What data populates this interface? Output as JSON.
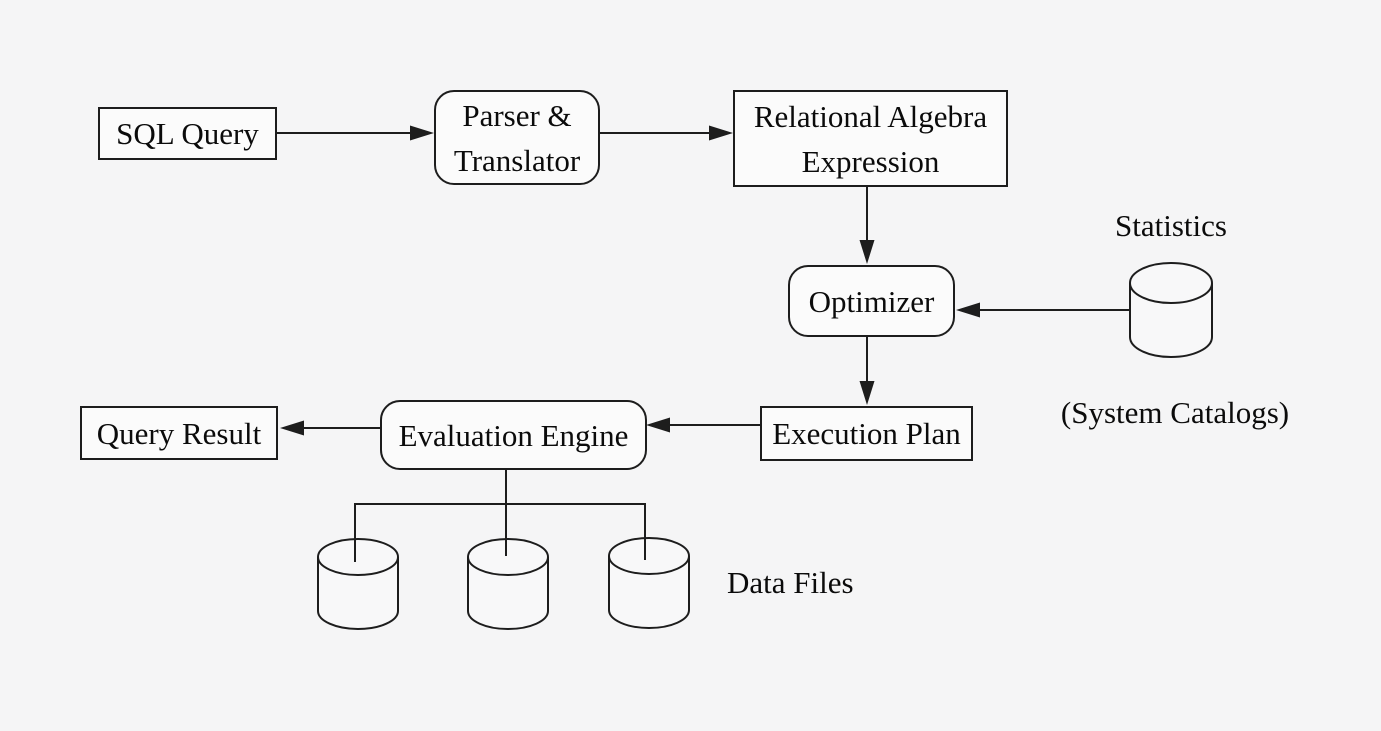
{
  "diagram": {
    "nodes": {
      "sql_query": {
        "label": "SQL Query",
        "shape": "rectangle"
      },
      "parser_translator": {
        "line1": "Parser &",
        "line2": "Translator",
        "shape": "rounded-rectangle"
      },
      "relational_algebra": {
        "line1": "Relational Algebra",
        "line2": "Expression",
        "shape": "rectangle"
      },
      "optimizer": {
        "label": "Optimizer",
        "shape": "rounded-rectangle"
      },
      "execution_plan": {
        "label": "Execution Plan",
        "shape": "rectangle"
      },
      "evaluation_engine": {
        "label": "Evaluation Engine",
        "shape": "rounded-rectangle"
      },
      "query_result": {
        "label": "Query Result",
        "shape": "rectangle"
      }
    },
    "annotations": {
      "statistics": "Statistics",
      "system_catalogs": "(System Catalogs)",
      "data_files": "Data Files"
    },
    "icons": {
      "statistics_store": "database-cylinder-icon",
      "data_file_store_1": "database-cylinder-icon",
      "data_file_store_2": "database-cylinder-icon",
      "data_file_store_3": "database-cylinder-icon"
    },
    "connections": [
      {
        "from": "sql_query",
        "to": "parser_translator",
        "type": "arrow"
      },
      {
        "from": "parser_translator",
        "to": "relational_algebra",
        "type": "arrow"
      },
      {
        "from": "relational_algebra",
        "to": "optimizer",
        "type": "arrow"
      },
      {
        "from": "optimizer",
        "to": "execution_plan",
        "type": "arrow"
      },
      {
        "from": "statistics_store",
        "to": "optimizer",
        "type": "arrow"
      },
      {
        "from": "execution_plan",
        "to": "evaluation_engine",
        "type": "arrow"
      },
      {
        "from": "evaluation_engine",
        "to": "query_result",
        "type": "arrow"
      },
      {
        "from": "evaluation_engine",
        "to": "data_file_stores",
        "type": "plain-line-tree"
      }
    ],
    "colors": {
      "background": "#f5f5f6",
      "line": "#1d1d1d",
      "box_fill": "#fbfbfb",
      "text": "#0b0b0b"
    }
  }
}
